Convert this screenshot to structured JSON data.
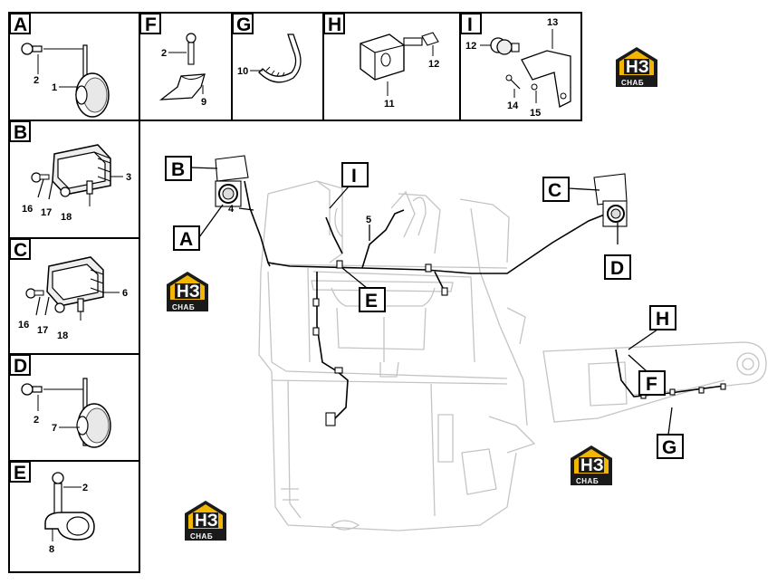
{
  "panels": {
    "A": {
      "label": "A",
      "callouts": [
        "2",
        "1"
      ]
    },
    "B": {
      "label": "B",
      "callouts": [
        "3",
        "16",
        "17",
        "18"
      ]
    },
    "C": {
      "label": "C",
      "callouts": [
        "6",
        "16",
        "17",
        "18"
      ]
    },
    "D": {
      "label": "D",
      "callouts": [
        "2",
        "7"
      ]
    },
    "E": {
      "label": "E",
      "callouts": [
        "2",
        "8"
      ]
    },
    "F": {
      "label": "F",
      "callouts": [
        "2",
        "9"
      ]
    },
    "G": {
      "label": "G",
      "callouts": [
        "10"
      ]
    },
    "H": {
      "label": "H",
      "callouts": [
        "12",
        "11"
      ]
    },
    "I": {
      "label": "I",
      "callouts": [
        "13",
        "12",
        "14",
        "15"
      ]
    }
  },
  "main_labels": {
    "B": "B",
    "A": "A",
    "I": "I",
    "E": "E",
    "C": "C",
    "D": "D",
    "H": "H",
    "F": "F",
    "G": "G"
  },
  "main_callouts": {
    "harness_left": "4",
    "harness_top": "5"
  },
  "watermark": {
    "initials": "НЗ",
    "word": "СНАБ",
    "accent": "#f2b705",
    "dark": "#1a1a1a"
  },
  "colors": {
    "line": "#000000",
    "ghost": "#bdbdbd",
    "lamp": "#d9d9d9"
  }
}
